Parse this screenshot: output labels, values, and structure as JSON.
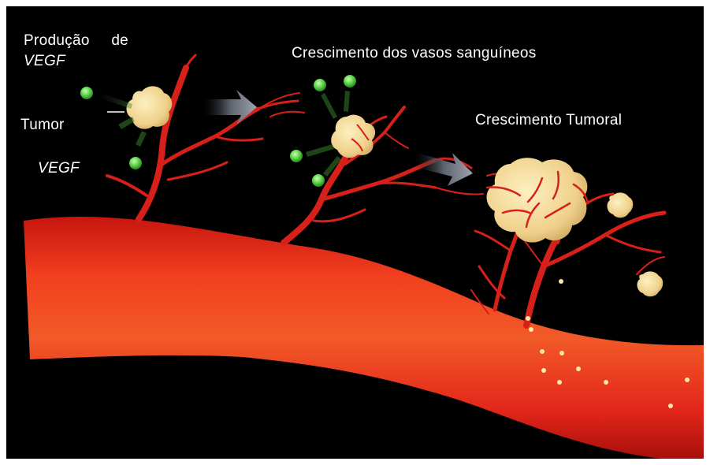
{
  "labels": {
    "producao": "Produção de",
    "vegf_top": "VEGF",
    "tumor": "Tumor",
    "vegf_bottom": "VEGF",
    "vessel_growth": "Crescimento dos vasos sanguíneos",
    "tumor_growth": "Crescimento Tumoral"
  },
  "colors": {
    "background": "#000000",
    "vessel": "#e8231a",
    "tumor": "#f3dc9a",
    "vegf": "#5fd44a",
    "arrow": "#8a8f99",
    "text": "#ffffff"
  }
}
